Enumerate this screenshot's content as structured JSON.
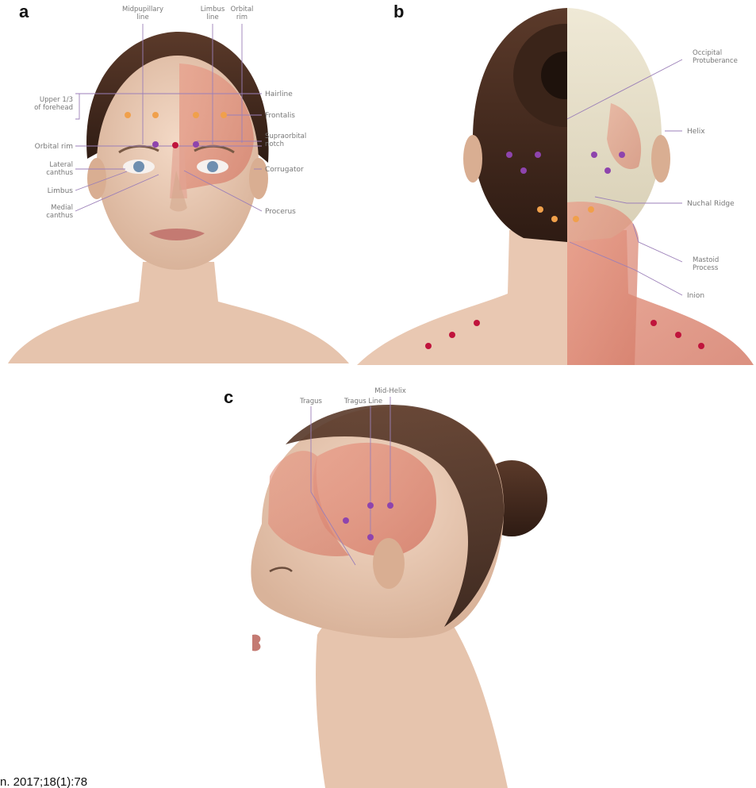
{
  "panels": {
    "a": {
      "letter": "a",
      "labels": {
        "midpupillary_line": [
          "Midpupillary",
          "line"
        ],
        "limbus_line": [
          "Limbus",
          "line"
        ],
        "orbital_rim_top": [
          "Orbital",
          "rim"
        ],
        "upper_forehead": [
          "Upper 1/3",
          "of forehead"
        ],
        "hairline": "Hairline",
        "frontalis": "Frontalis",
        "orbital_rim": "Orbital rim",
        "supraorbital_notch": [
          "Supraorbital",
          "notch"
        ],
        "lateral_canthus": [
          "Lateral",
          "canthus"
        ],
        "corrugator": "Corrugator",
        "limbus": "Limbus",
        "medial_canthus": [
          "Medial",
          "canthus"
        ],
        "procerus": "Procerus"
      }
    },
    "b": {
      "letter": "b",
      "labels": {
        "occipital_protuberance": [
          "Occipital",
          "Protuberance"
        ],
        "helix": "Helix",
        "nuchal_ridge": "Nuchal Ridge",
        "mastoid_process": [
          "Mastoid",
          "Process"
        ],
        "inion": "Inion"
      }
    },
    "c": {
      "letter": "c",
      "labels": {
        "tragus": "Tragus",
        "tragus_line": "Tragus Line",
        "mid_helix": "Mid-Helix"
      }
    }
  },
  "citation": "n. 2017;18(1):78",
  "colors": {
    "point_purple": "#8e44ad",
    "point_orange": "#f0a04b",
    "point_crimson": "#c0143c",
    "leader_line": "#9b7fb8"
  }
}
